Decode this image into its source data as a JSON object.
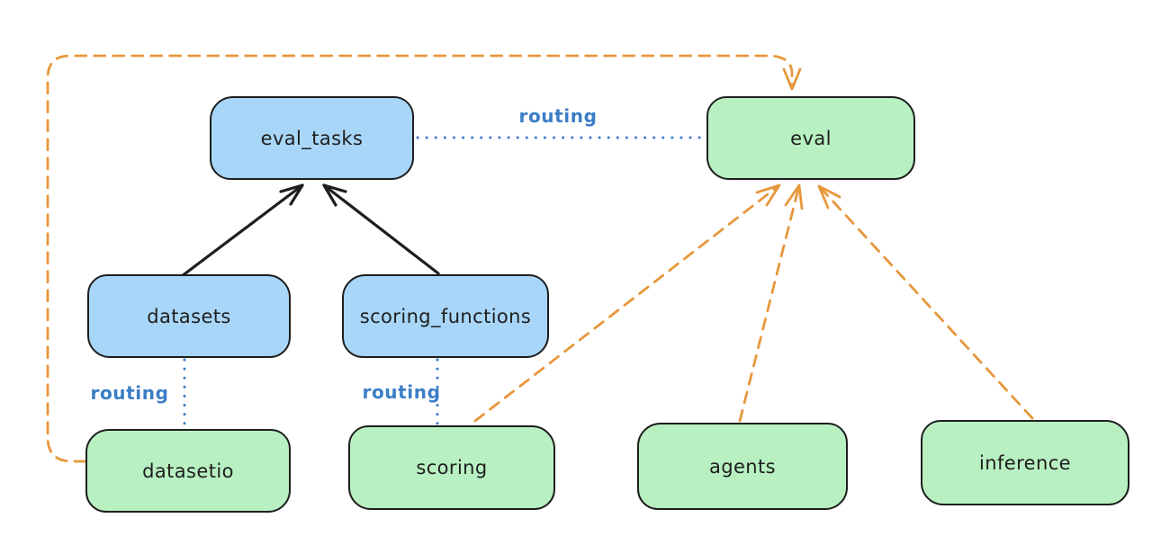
{
  "diagram": {
    "background": "#ffffff",
    "nodes": [
      {
        "id": "eval_tasks",
        "label": "eval_tasks",
        "color": "blue"
      },
      {
        "id": "eval",
        "label": "eval",
        "color": "green"
      },
      {
        "id": "datasets",
        "label": "datasets",
        "color": "blue"
      },
      {
        "id": "scoring_functions",
        "label": "scoring_functions",
        "color": "blue"
      },
      {
        "id": "datasetio",
        "label": "datasetio",
        "color": "green"
      },
      {
        "id": "scoring",
        "label": "scoring",
        "color": "green"
      },
      {
        "id": "agents",
        "label": "agents",
        "color": "green"
      },
      {
        "id": "inference",
        "label": "inference",
        "color": "green"
      }
    ],
    "routing_labels": {
      "top": "routing",
      "datasets": "routing",
      "scoring": "routing"
    },
    "edges": [
      {
        "from": "datasets",
        "to": "eval_tasks",
        "style": "solid",
        "arrow": true,
        "color": "black"
      },
      {
        "from": "scoring_functions",
        "to": "eval_tasks",
        "style": "solid",
        "arrow": true,
        "color": "black"
      },
      {
        "from": "eval_tasks",
        "to": "eval",
        "style": "dotted",
        "arrow": false,
        "color": "blue",
        "label": "routing"
      },
      {
        "from": "datasets",
        "to": "datasetio",
        "style": "dotted",
        "arrow": false,
        "color": "blue",
        "label": "routing"
      },
      {
        "from": "scoring_functions",
        "to": "scoring",
        "style": "dotted",
        "arrow": false,
        "color": "blue",
        "label": "routing"
      },
      {
        "from": "datasetio",
        "to": "eval",
        "style": "dashed",
        "arrow": true,
        "color": "orange",
        "route": "around-left-and-top"
      },
      {
        "from": "scoring",
        "to": "eval",
        "style": "dashed",
        "arrow": true,
        "color": "orange"
      },
      {
        "from": "agents",
        "to": "eval",
        "style": "dashed",
        "arrow": true,
        "color": "orange"
      },
      {
        "from": "inference",
        "to": "eval",
        "style": "dashed",
        "arrow": true,
        "color": "orange"
      }
    ],
    "colors": {
      "blue_node_fill": "#a8d6f8",
      "green_node_fill": "#b8f0c2",
      "node_stroke": "#1e1e1e",
      "solid_edge": "#1e1e1e",
      "dotted_edge": "#3b7ec6",
      "dashed_edge": "#e8973c"
    }
  }
}
